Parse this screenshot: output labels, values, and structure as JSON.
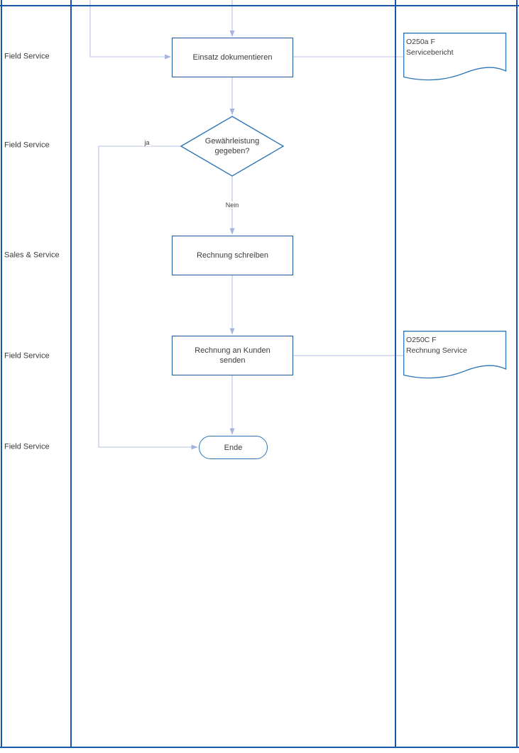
{
  "diagram": {
    "type": "flowchart-swimlane",
    "lanes": [
      {
        "label": "Field Service"
      },
      {
        "label": "Field Service"
      },
      {
        "label": "Sales & Service"
      },
      {
        "label": "Field Service"
      },
      {
        "label": "Field Service"
      }
    ],
    "nodes": {
      "process1": {
        "type": "process",
        "label": "Einsatz dokumentieren"
      },
      "decision1": {
        "type": "decision",
        "label": "Gewährleistung gegeben?"
      },
      "process2": {
        "type": "process",
        "label": "Rechnung schreiben"
      },
      "process3": {
        "type": "process",
        "label": "Rechnung an Kunden senden"
      },
      "end": {
        "type": "terminator",
        "label": "Ende"
      },
      "document1": {
        "type": "document",
        "line1": "O250a F",
        "line2": "Servicebericht"
      },
      "document2": {
        "type": "document",
        "line1": "O250C F",
        "line2": "Rechnung Service"
      }
    },
    "edge_labels": {
      "yes": "ja",
      "no": "Nein"
    },
    "edges": [
      {
        "from": "previous-step-above",
        "to": "process1",
        "label": ""
      },
      {
        "from": "process1",
        "to": "document1",
        "label": ""
      },
      {
        "from": "process1",
        "to": "decision1",
        "label": ""
      },
      {
        "from": "decision1",
        "to": "end",
        "label": "ja"
      },
      {
        "from": "decision1",
        "to": "process2",
        "label": "Nein"
      },
      {
        "from": "process2",
        "to": "process3",
        "label": ""
      },
      {
        "from": "process3",
        "to": "document2",
        "label": ""
      },
      {
        "from": "process3",
        "to": "end",
        "label": ""
      }
    ],
    "colors": {
      "laneBorder": "#1757a8",
      "processBorder": "#1f5699",
      "shapeLight": "#2e75b6",
      "connLine": "#c3cceb",
      "connArrow": "#a6b4e2",
      "text": "#3c3c3c"
    }
  }
}
